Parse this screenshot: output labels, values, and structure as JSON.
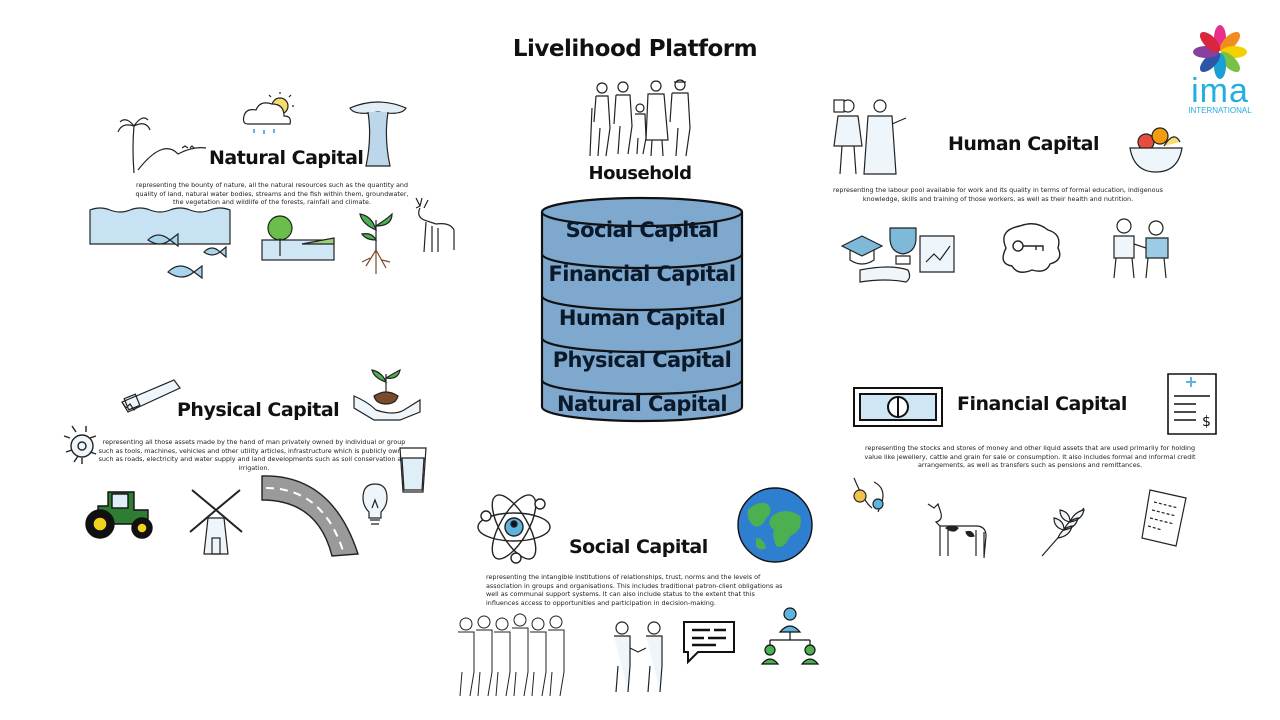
{
  "title": "Livelihood Platform",
  "household_label": "Household",
  "platform_layers": [
    "Social Capital",
    "Financial Capital",
    "Human Capital",
    "Physical Capital",
    "Natural Capital"
  ],
  "logo": {
    "text": "ima",
    "subtext": "INTERNATIONAL"
  },
  "sections": {
    "natural": {
      "title": "Natural Capital",
      "description": "representing the bounty of nature, all the natural resources such as the quantity and quality of land, natural water bodies, streams and the fish within them, groundwater, the vegetation and wildlife of the forests, rainfall and climate."
    },
    "human": {
      "title": "Human Capital",
      "description": "representing the labour pool available for work and its quality in terms of formal education, indigenous knowledge, skills and training of those workers, as well as their health and nutrition."
    },
    "physical": {
      "title": "Physical Capital",
      "description": "representing all those assets made by the hand of man privately owned by individual or group such as tools, machines, vehicles and other utility articles, infrastructure which is publicly owned such as roads, electricity and water supply and land developments such as soil conservation and irrigation."
    },
    "financial": {
      "title": "Financial Capital",
      "description": "representing the stocks and stores of money and other liquid assets that are used primarily for holding value like jewellery, cattle and grain for sale or consumption.  It also includes formal and informal credit arrangements, as well as transfers such as pensions and remittances."
    },
    "social": {
      "title": "Social Capital",
      "description": "representing the intangible institutions of relationships, trust, norms and the levels of association in groups and organisations. This includes traditional patron-client obligations as well as communal support systems.  It can also include status to the extent that this influences access to opportunities and participation in decision-making."
    }
  },
  "colors": {
    "cylinder_fill": "#7fa8cf",
    "cylinder_stroke": "#111111",
    "accent_blue": "#5fb4df",
    "logo_blue": "#23aee0",
    "tractor_green": "#2e7d32",
    "tractor_yellow": "#f2d21b"
  }
}
